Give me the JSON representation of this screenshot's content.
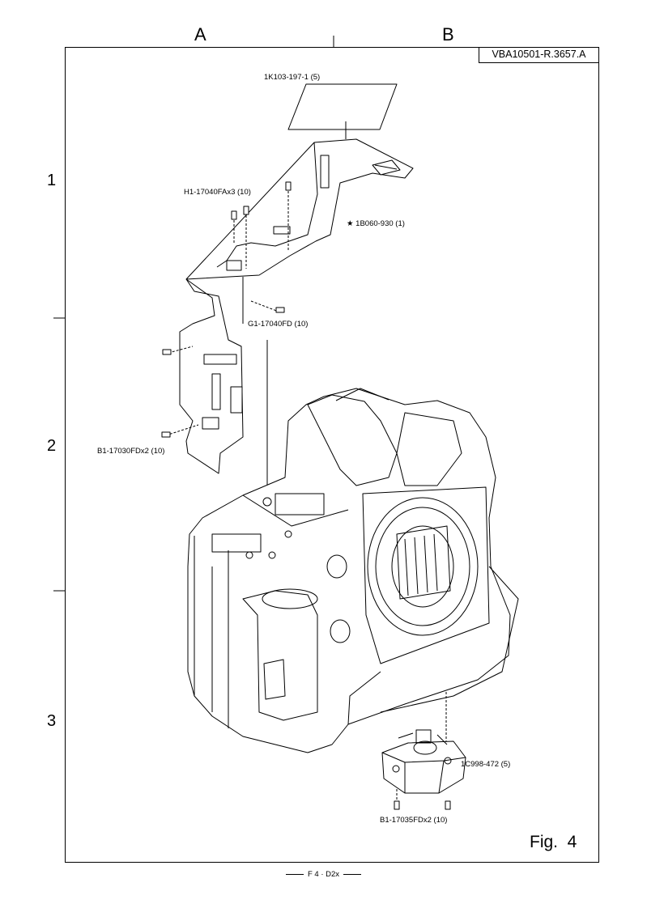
{
  "columns": [
    "A",
    "B"
  ],
  "rows": [
    "1",
    "2",
    "3"
  ],
  "doc_id": "VBA10501-R.3657.A",
  "parts": {
    "flex_cover": "1K103-197-1 (5)",
    "screw_h1": "H1-17040FAx3 (10)",
    "flex_assembly": "1B060-930 (1)",
    "star_mark": "★",
    "screw_g1": "G1-17040FD (10)",
    "screw_b1_board": "B1-17030FDx2 (10)",
    "bottom_unit": "1C998-472 (5)",
    "screw_b1_bottom": "B1-17035FDx2 (10)"
  },
  "figure_label": "Fig.  4",
  "footer": "F 4 · D2x"
}
